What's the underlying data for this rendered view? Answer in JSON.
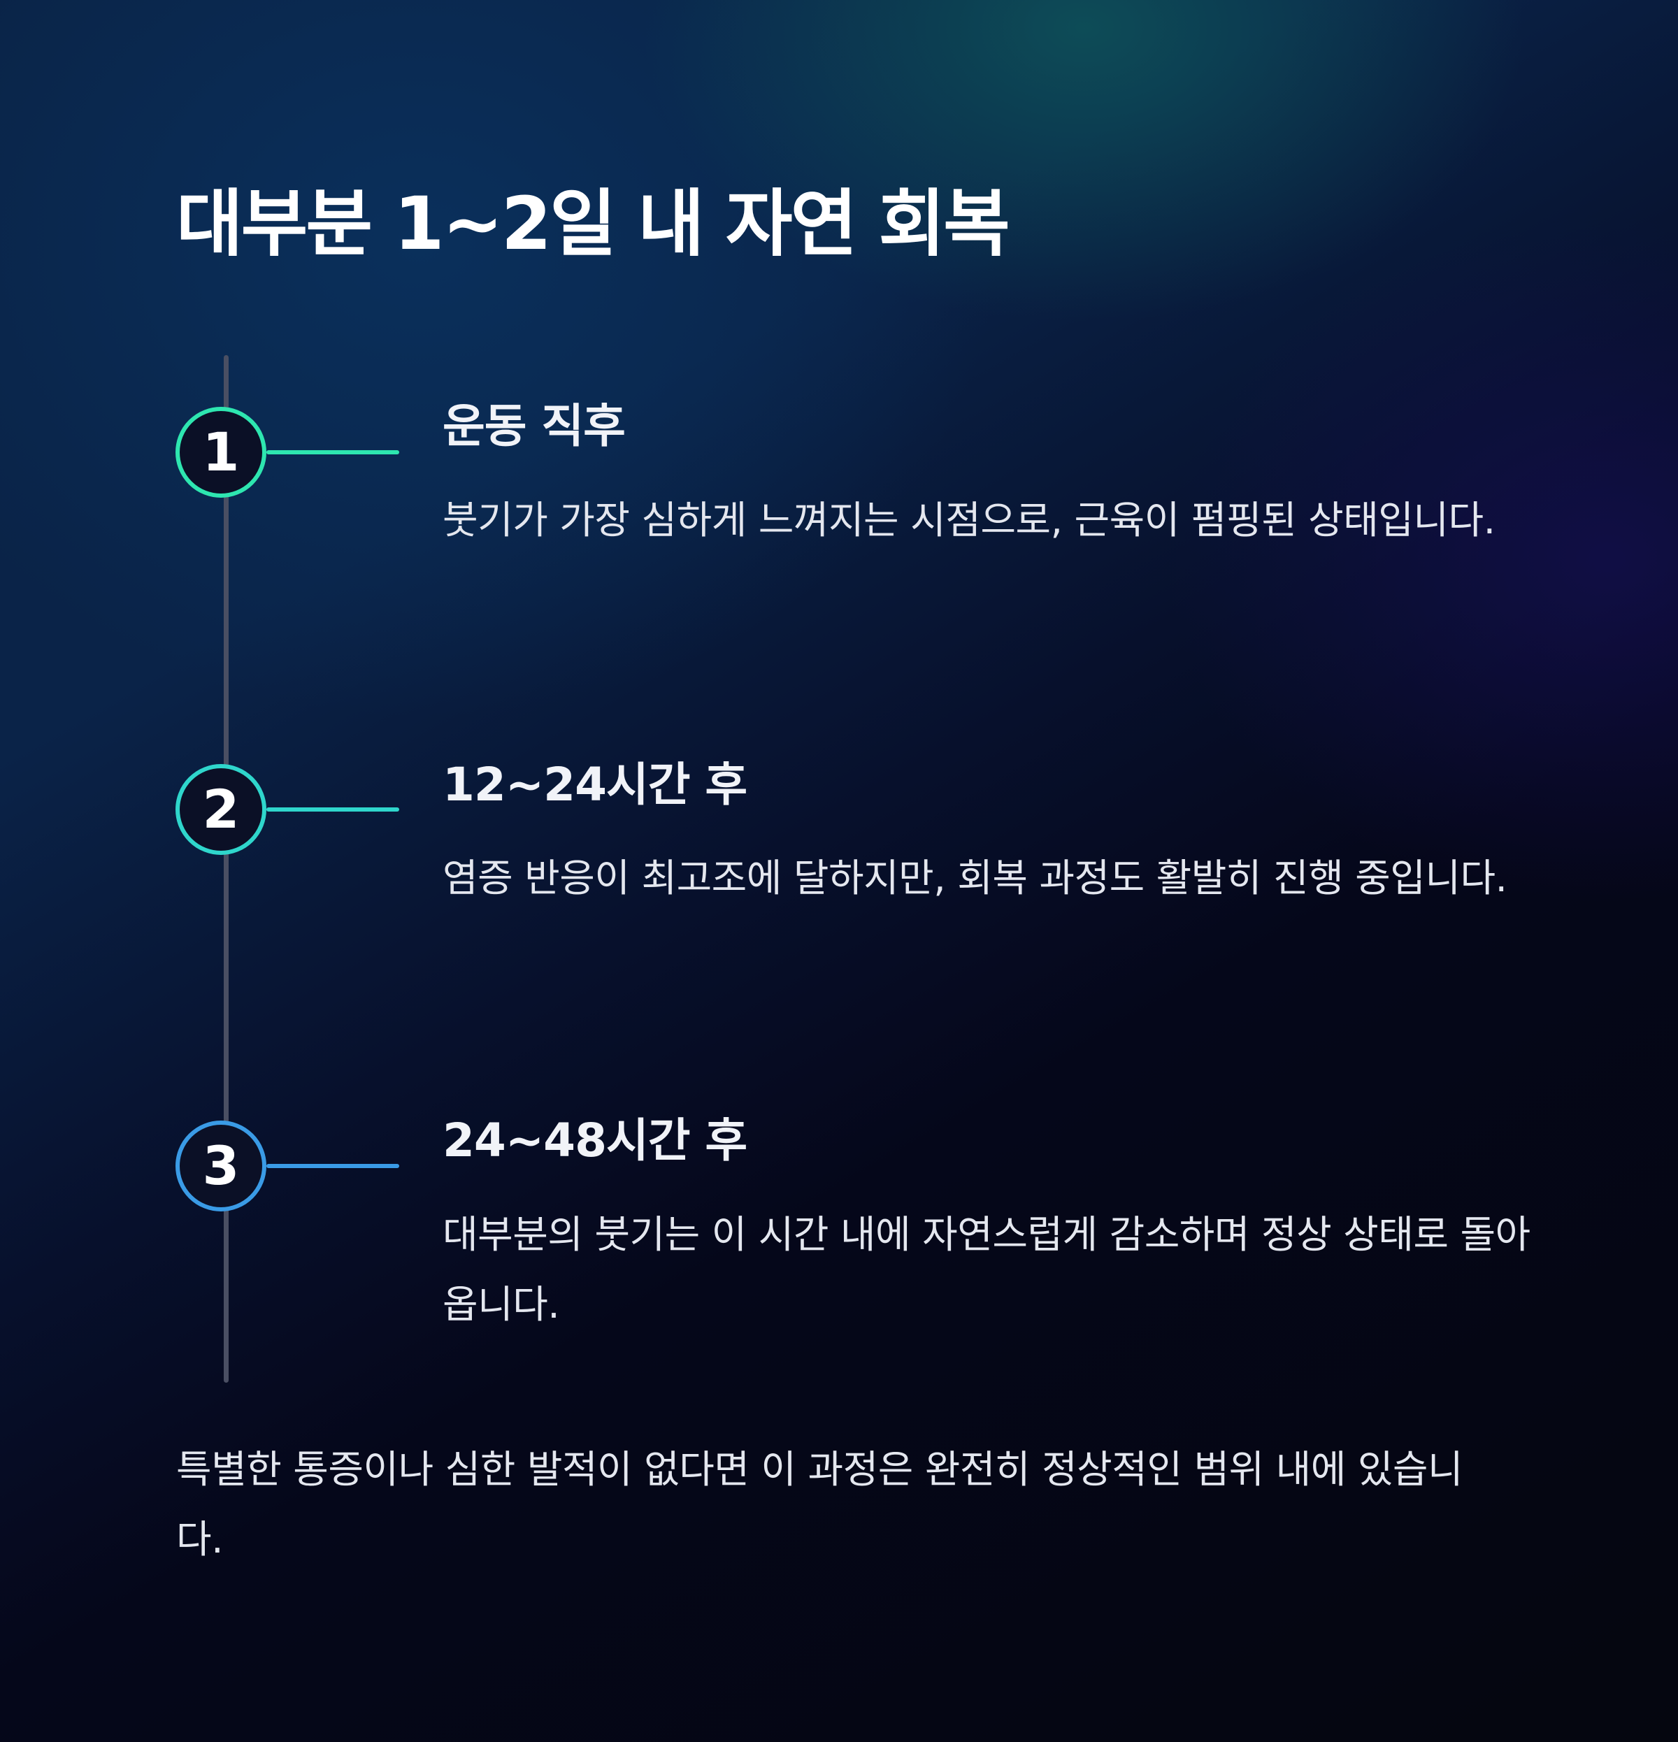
{
  "title": "대부분 1~2일 내 자연 회복",
  "steps": [
    {
      "number": "1",
      "title": "운동 직후",
      "description": "붓기가 가장 심하게 느껴지는 시점으로, 근육이 펌핑된 상태입니다.",
      "accent_color": "#2ee6b0"
    },
    {
      "number": "2",
      "title": "12~24시간 후",
      "description": "염증 반응이 최고조에 달하지만, 회복 과정도 활발히 진행 중입니다.",
      "accent_color": "#2fd6cc"
    },
    {
      "number": "3",
      "title": "24~48시간 후",
      "description": "대부분의 붓기는 이 시간 내에 자연스럽게 감소하며 정상 상태로 돌아옵니다.",
      "accent_color": "#3a9be6"
    }
  ],
  "footer": "특별한 통증이나 심한 발적이 없다면 이 과정은 완전히 정상적인 범위 내에 있습니다.",
  "colors": {
    "timeline_line": "#4a4f63",
    "background_dark": "#05060f",
    "background_teal": "#106e64"
  }
}
